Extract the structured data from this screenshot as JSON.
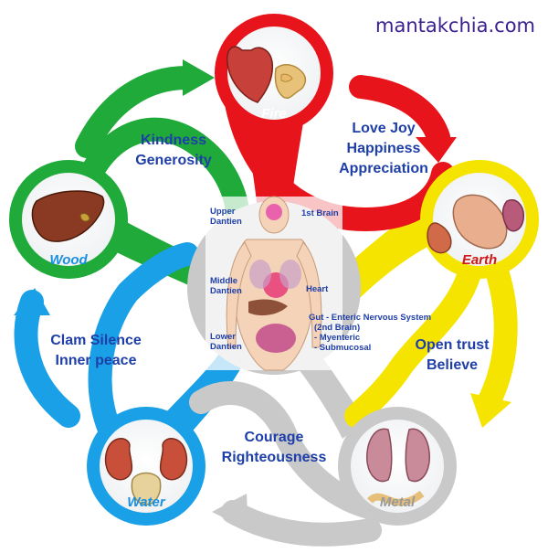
{
  "site": "mantakchia.com",
  "colors": {
    "fire": "#e8141b",
    "earth": "#f5e400",
    "metal": "#c9c9c9",
    "water": "#1aa0e6",
    "wood": "#1faa3a",
    "text_blue": "#1f3fa8",
    "site_purple": "#3a1f8f"
  },
  "elements": {
    "fire": "Fire",
    "earth": "Earth",
    "metal": "Metal",
    "water": "Water",
    "wood": "Wood"
  },
  "virtues": {
    "fire": [
      "Love Joy",
      "Happiness",
      "Appreciation"
    ],
    "earth": [
      "Open trust",
      "Believe"
    ],
    "metal": [
      "Courage",
      "Righteousness"
    ],
    "water": [
      "Clam Silence",
      "Inner peace"
    ],
    "wood": [
      "Kindness",
      "Generosity"
    ]
  },
  "body": {
    "upper_dantien": [
      "Upper",
      "Dantien"
    ],
    "first_brain": "1st Brain",
    "middle_dantien": [
      "Middle",
      "Dantien"
    ],
    "heart": "Heart",
    "lower_dantien": [
      "Lower",
      "Dantien"
    ],
    "gut": [
      "Gut - Enteric Nervous System",
      "(2nd Brain)",
      "- Myenteric",
      "- Submucosal"
    ]
  },
  "icons": {
    "fire": "heart-intestine-icon",
    "earth": "stomach-spleen-icon",
    "metal": "lungs-colon-icon",
    "water": "kidneys-bladder-icon",
    "wood": "liver-icon"
  }
}
